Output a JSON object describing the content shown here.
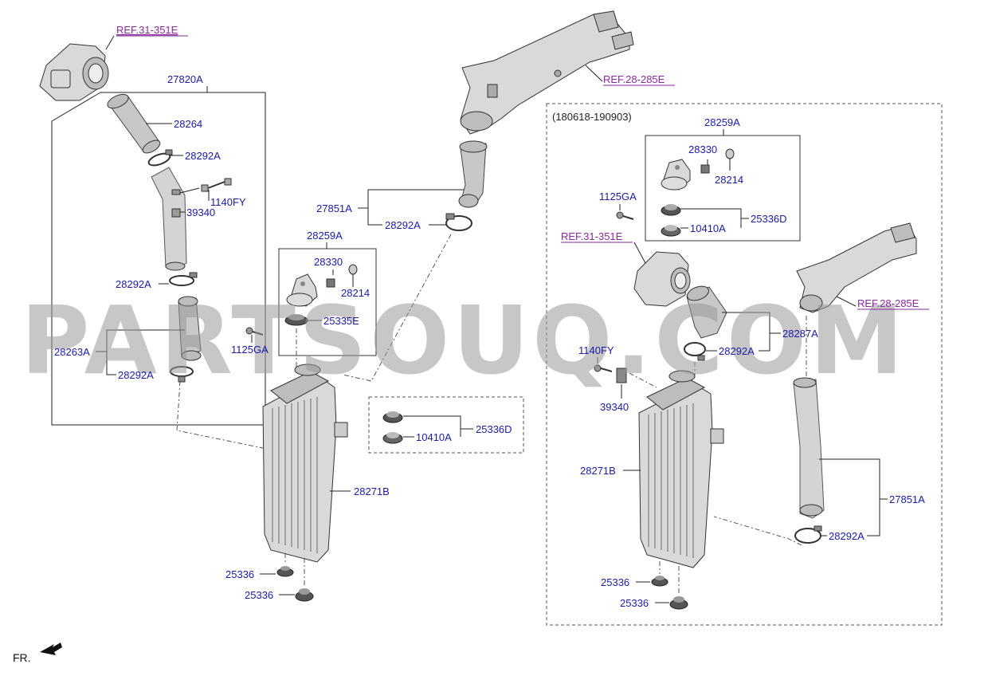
{
  "watermark": "PARTSOUQ.COM",
  "direction_label": "FR.",
  "variant_header": "(180618-190903)",
  "references": {
    "ref_31_left": "REF.31-351E",
    "ref_28_top": "REF.28-285E",
    "ref_31_right": "REF.31-351E",
    "ref_28_right": "REF.28-285E"
  },
  "labels": {
    "p27820A": "27820A",
    "p28264": "28264",
    "p28292A_1": "28292A",
    "p1140FY_l": "1140FY",
    "p39340_l": "39340",
    "p28292A_2": "28292A",
    "p28263A": "28263A",
    "p28292A_3": "28292A",
    "p27851A_l": "27851A",
    "p28292A_4": "28292A",
    "p28259A_l": "28259A",
    "p28330_l": "28330",
    "p28214_l": "28214",
    "p25335E": "25335E",
    "p1125GA_l": "1125GA",
    "p25336D_c": "25336D",
    "p10410A_c": "10410A",
    "p28271B_l": "28271B",
    "p25336_1": "25336",
    "p25336_2": "25336",
    "p28259A_r": "28259A",
    "p28330_r": "28330",
    "p28214_r": "28214",
    "p1125GA_r": "1125GA",
    "p25336D_r": "25336D",
    "p10410A_r": "10410A",
    "p28287A": "28287A",
    "p28292A_r1": "28292A",
    "p1140FY_r": "1140FY",
    "p39340_r": "39340",
    "p28271B_r": "28271B",
    "p27851A_r": "27851A",
    "p28292A_r2": "28292A",
    "p25336_r1": "25336",
    "p25336_r2": "25336"
  }
}
